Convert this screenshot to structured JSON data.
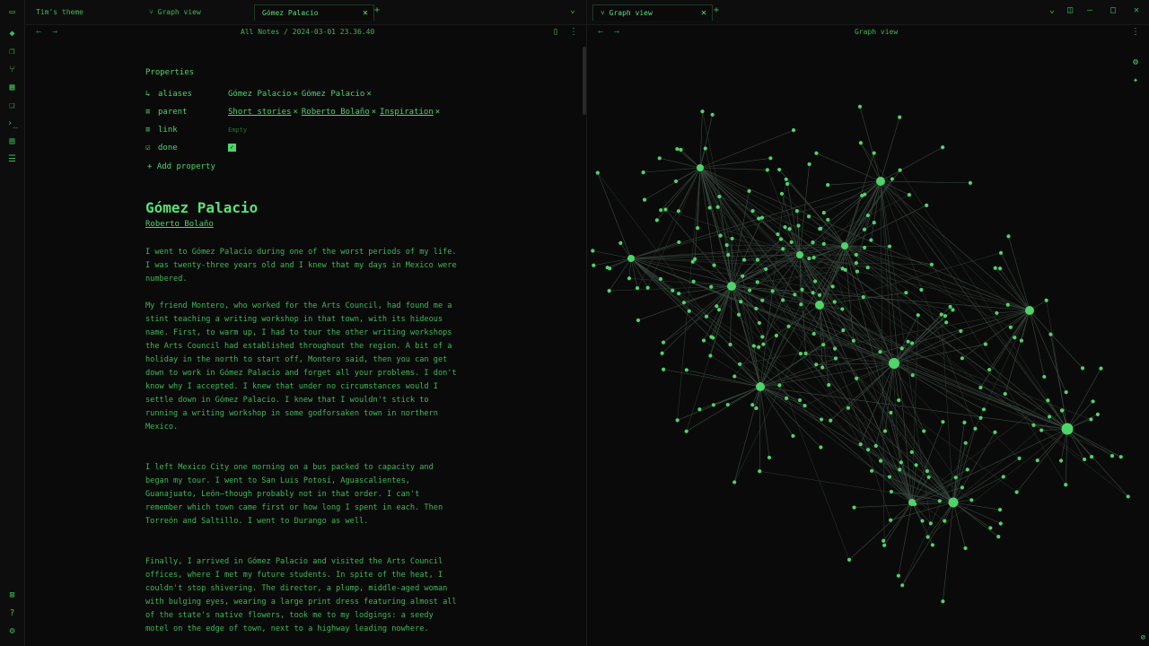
{
  "ribbon": {
    "icons": [
      "sidebar-toggle-icon",
      "flame-icon",
      "file-copy-icon",
      "graph-icon",
      "grid-icon",
      "copy-icon",
      "terminal-icon",
      "calendar-icon",
      "list-icon",
      "vault-icon",
      "help-icon",
      "settings-icon"
    ]
  },
  "left_tabs": [
    {
      "label": "Tim's theme"
    },
    {
      "label": "Graph view"
    },
    {
      "label": "Gómez Palacio"
    }
  ],
  "left_nav": {
    "breadcrumb": "All Notes / 2024-03-01 23.36.40"
  },
  "right_tabs": [
    {
      "label": "Graph view"
    }
  ],
  "right_nav": {
    "title": "Graph view"
  },
  "note": {
    "properties_heading": "Properties",
    "properties": [
      {
        "icon": "↳",
        "key": "aliases",
        "values": [
          "Gómez Palacio",
          "Gómez Palacio"
        ],
        "link": false
      },
      {
        "icon": "≡",
        "key": "parent",
        "values": [
          "Short stories",
          "Roberto Bolaño",
          "Inspiration"
        ],
        "link": true
      },
      {
        "icon": "≡",
        "key": "link",
        "values": [
          "Empty"
        ],
        "link": false
      },
      {
        "icon": "☑",
        "key": "done",
        "values": [],
        "link": false
      }
    ],
    "add_property": "Add property",
    "title": "Gómez Palacio",
    "author": "Roberto Bolaño",
    "paragraphs": [
      "I went to Gómez Palacio during one of the worst periods of my life. I was twenty-three years old and I knew that my days in Mexico were numbered.",
      "My friend Montero, who worked for the Arts Council, had found me a stint teaching a writing workshop in that town, with its hideous name. First, to warm up, I had to tour the other writing workshops the Arts Council had established throughout the region. A bit of a holiday in the north to start off, Montero said, then you can get down to work in Gómez Palacio and forget all your problems. I don't know why I accepted. I knew that under no circumstances would I settle down in Gómez Palacio. I knew that I wouldn't stick to running a writing workshop in some godforsaken town in northern Mexico.",
      "I left Mexico City one morning on a bus packed to capacity and began my tour. I went to San Luis Potosí, Aguascalientes, Guanajuato, León—though probably not in that order. I can't remember which town came first or how long I spent in each. Then Torreón and Saltillo. I went to Durango as well.",
      "Finally, I arrived in Gómez Palacio and visited the Arts Council offices, where I met my future students. In spite of the heat, I couldn't stop shivering. The director, a plump, middle-aged woman with bulging eyes, wearing a large print dress featuring almost all of the state's native flowers, took me to my lodgings: a seedy motel on the edge of town, next to a highway leading nowhere."
    ],
    "misspelled_word": "Torreón"
  },
  "colors": {
    "accent": "#4fd46a",
    "background": "#0a0a0a",
    "edge": "#2e4a35"
  }
}
